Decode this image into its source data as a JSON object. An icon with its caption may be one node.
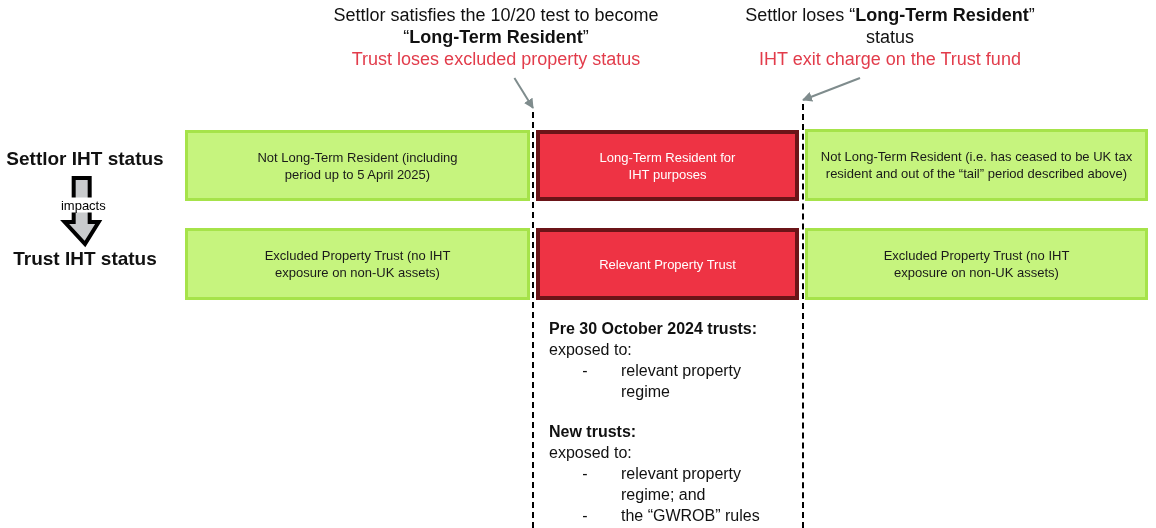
{
  "diagram": {
    "nodes": [
      {
        "text": [
          "Settlor IHT status"
        ]
      },
      {
        "text": [
          "Trust IHT status"
        ]
      },
      {
        "text": [
          "Not Long-Term Resident (including period up to 5 April 2025)"
        ]
      },
      {
        "text": [
          "Long-Term Resident for IHT purposes"
        ]
      },
      {
        "text": [
          "Not Long-Term Resident (i.e. has ceased to be UK tax resident and out of the “tail” period described above)"
        ]
      },
      {
        "text": [
          "Excluded Property Trust (no IHT exposure on non-UK assets)"
        ]
      },
      {
        "text": [
          "Relevant Property Trust"
        ]
      },
      {
        "text": [
          "Excluded Property Trust (no IHT exposure on non-UK assets)"
        ]
      },
      {
        "text": [
          "Settlor satisfies the 10/20 test to become “**Long-Term Resident**”",
          "Trust loses excluded property status"
        ]
      },
      {
        "text": [
          "Settlor loses “**Long-Term Resident**” status",
          "IHT exit charge on the Trust fund"
        ]
      },
      {
        "text": [],
        "shape": "line"
      },
      {
        "text": [],
        "shape": "line"
      }
    ],
    "edges": [
      {
        "from": 0,
        "to": 1,
        "arrow": "to",
        "label": "impacts",
        "style": "thick"
      },
      {
        "from": 8,
        "to": 10,
        "arrow": "to",
        "color": "#7f8c8d"
      },
      {
        "from": 9,
        "to": 11,
        "arrow": "to",
        "color": "#7f8c8d"
      }
    ],
    "labels": [
      "**Pre 30 October 2024 trusts**:",
      "exposed to:",
      "-",
      "relevant property regime",
      "New trusts:",
      "exposed to:",
      "-",
      "relevant property regime; and",
      "-",
      "the “GWROB” rules"
    ]
  }
}
